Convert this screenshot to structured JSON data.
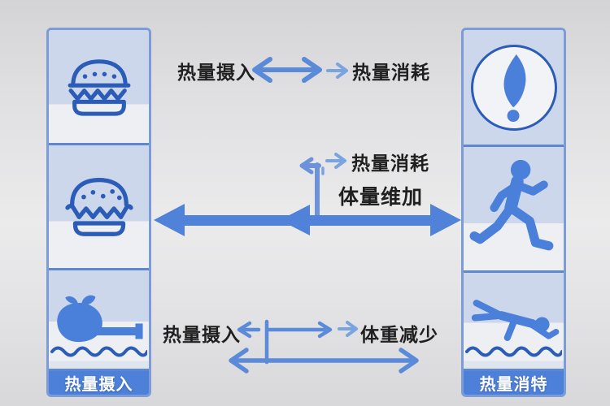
{
  "colors": {
    "arrow": "#5b8ad8",
    "arrow_light": "#7aa3e2",
    "arrow_solid": "#4f82d8",
    "icon_solid": "#4a80d9",
    "icon_outline": "#2b5cb8",
    "column_border": "#7b9cd6",
    "cell_blue": "#cdd7eb",
    "cell_white": "#edeff3",
    "label_bg": "#4d80d8",
    "text": "#1f1f1f"
  },
  "left_column": {
    "label": "热量摄入",
    "cells": [
      {
        "icon": "burger-icon"
      },
      {
        "icon": "burger-icon"
      },
      {
        "icon": "apple-icon"
      }
    ]
  },
  "right_column": {
    "label": "热量消特",
    "cells": [
      {
        "icon": "flame-icon"
      },
      {
        "icon": "runner-icon"
      },
      {
        "icon": "swimmer-icon"
      }
    ]
  },
  "relations": {
    "top": {
      "left": "热量摄入",
      "right": "热量消耗"
    },
    "middle": {
      "line1": "热量消耗",
      "line2": "体量维加"
    },
    "bottom": {
      "left": "热量摄入",
      "right": "体重减少"
    }
  }
}
